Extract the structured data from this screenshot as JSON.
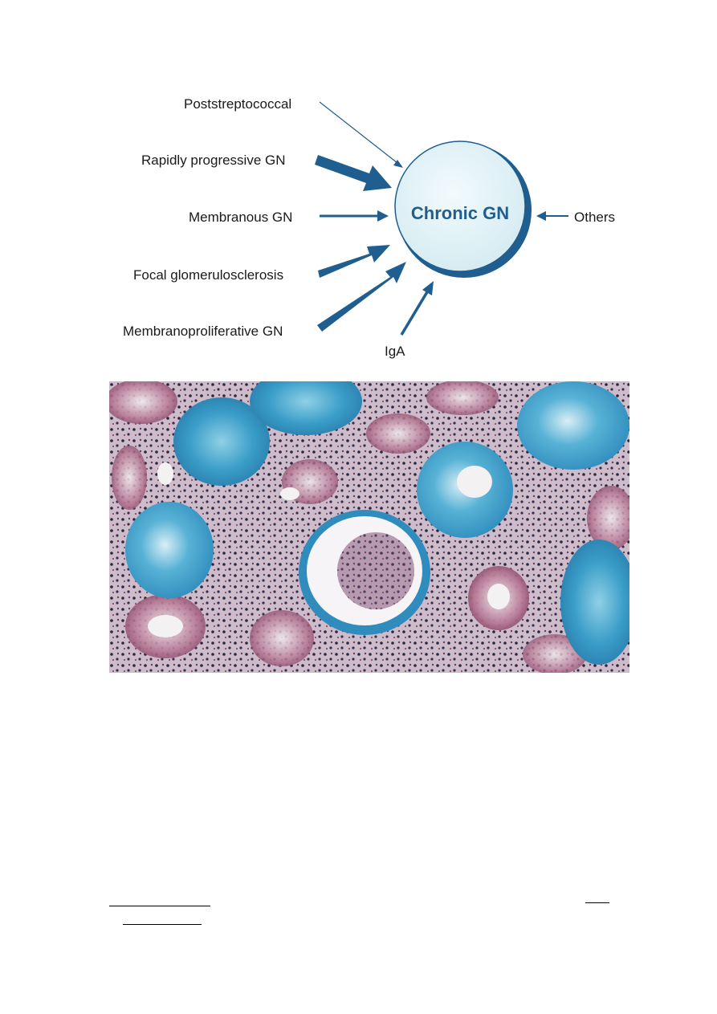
{
  "diagram": {
    "center_label": "Chronic GN",
    "inputs": [
      {
        "id": "poststreptococcal",
        "label": "Poststreptococcal"
      },
      {
        "id": "rapidly-progressive",
        "label": "Rapidly progressive GN"
      },
      {
        "id": "membranous",
        "label": "Membranous GN"
      },
      {
        "id": "focal",
        "label": "Focal glomerulosclerosis"
      },
      {
        "id": "membranoproliferative",
        "label": "Membranoproliferative GN"
      },
      {
        "id": "iga",
        "label": "IgA"
      },
      {
        "id": "others",
        "label": "Others"
      }
    ],
    "colors": {
      "arrow": "#1f5e8f",
      "circle_fill": "#e6f3f6",
      "circle_stroke": "#1f5e8f"
    }
  },
  "micrograph": {
    "stain_colors": {
      "collagen": "#3a9dc8",
      "cytoplasm": "#a86a86",
      "background": "#d9cfd6",
      "nuclei": "#2e2440"
    }
  }
}
